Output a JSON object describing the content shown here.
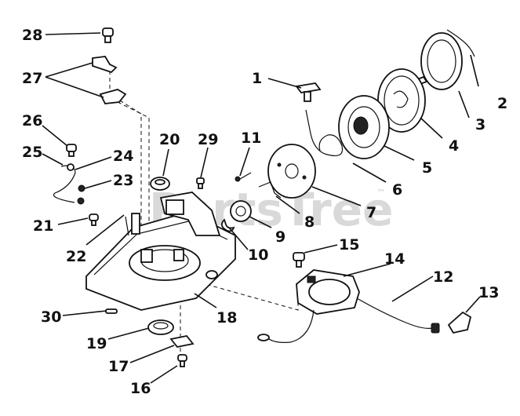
{
  "watermark": {
    "text": "PartsTree",
    "tm": "™"
  },
  "callouts": [
    "1",
    "2",
    "3",
    "4",
    "5",
    "6",
    "7",
    "8",
    "9",
    "10",
    "11",
    "12",
    "13",
    "14",
    "15",
    "16",
    "17",
    "18",
    "19",
    "20",
    "21",
    "22",
    "23",
    "24",
    "25",
    "26",
    "27",
    "28",
    "29",
    "30"
  ]
}
